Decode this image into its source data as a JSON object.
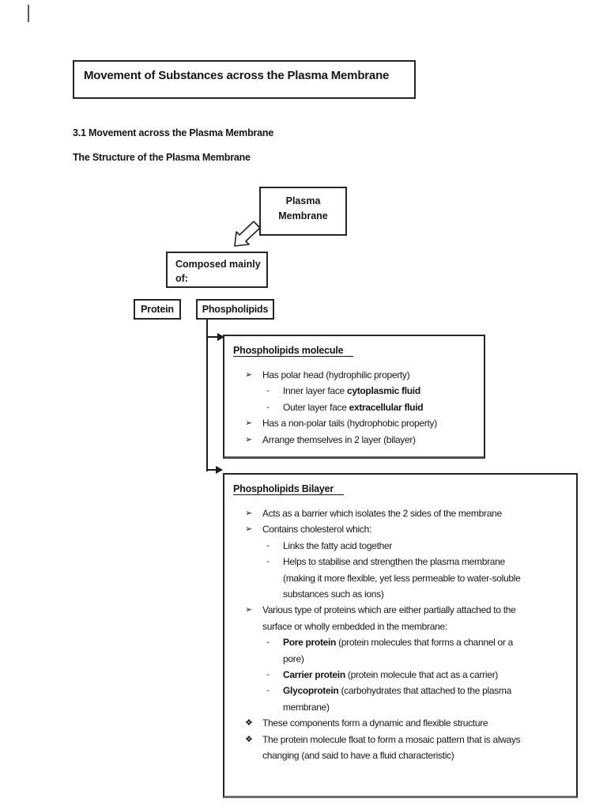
{
  "title_box": {
    "text": "Movement of Substances across the Plasma Membrane"
  },
  "headings": {
    "section": "3.1 Movement across the Plasma Membrane",
    "subsection": "The Structure of the Plasma Membrane"
  },
  "flowchart": {
    "root": {
      "line1": "Plasma",
      "line2": "Membrane"
    },
    "composed": {
      "line1": "Composed mainly",
      "line2": "of:"
    },
    "protein_label": "Protein",
    "phospholipids_label": "Phospholipids"
  },
  "molecule_box": {
    "title": "Phospholipids molecule",
    "items": [
      {
        "bullet": "➢",
        "level": 1,
        "runs": [
          {
            "t": "Has polar head (hydrophilic property)"
          }
        ]
      },
      {
        "bullet": "-",
        "level": 2,
        "runs": [
          {
            "t": "Inner layer face "
          },
          {
            "t": "cytoplasmic fluid",
            "b": true
          }
        ]
      },
      {
        "bullet": "-",
        "level": 2,
        "runs": [
          {
            "t": "Outer layer face "
          },
          {
            "t": "extracellular fluid",
            "b": true
          }
        ]
      },
      {
        "bullet": "➢",
        "level": 1,
        "runs": [
          {
            "t": "Has a non-polar tails (hydrophobic property)"
          }
        ]
      },
      {
        "bullet": "➢",
        "level": 1,
        "runs": [
          {
            "t": "Arrange themselves in 2 layer (bilayer)"
          }
        ]
      }
    ]
  },
  "bilayer_box": {
    "title": "Phospholipids Bilayer",
    "items": [
      {
        "bullet": "➢",
        "level": 1,
        "runs": [
          {
            "t": "Acts as a barrier which isolates the 2 sides of the membrane"
          }
        ]
      },
      {
        "bullet": "➢",
        "level": 1,
        "runs": [
          {
            "t": "Contains cholesterol which:"
          }
        ]
      },
      {
        "bullet": "-",
        "level": 2,
        "runs": [
          {
            "t": "Links the fatty acid together"
          }
        ]
      },
      {
        "bullet": "-",
        "level": 2,
        "runs": [
          {
            "t": "Helps to stabilise and strengthen the plasma membrane"
          },
          {
            "t": "(making it more flexible, yet less permeable to water-soluble",
            "br": true
          },
          {
            "t": "substances such as ions)",
            "br": true
          }
        ]
      },
      {
        "bullet": "➢",
        "level": 1,
        "runs": [
          {
            "t": "Various type of proteins which are either partially attached to the"
          },
          {
            "t": "surface or wholly embedded in the membrane:",
            "br": true
          }
        ]
      },
      {
        "bullet": "-",
        "level": 2,
        "runs": [
          {
            "t": "Pore protein",
            "b": true
          },
          {
            "t": " (protein molecules that forms a channel or a"
          },
          {
            "t": "pore)",
            "br": true
          }
        ]
      },
      {
        "bullet": "-",
        "level": 2,
        "runs": [
          {
            "t": "Carrier protein",
            "b": true
          },
          {
            "t": " (protein molecule that act as a carrier)"
          }
        ]
      },
      {
        "bullet": "-",
        "level": 2,
        "runs": [
          {
            "t": "Glycoprotein",
            "b": true
          },
          {
            "t": " (carbohydrates that attached to the plasma"
          },
          {
            "t": "membrane)",
            "br": true
          }
        ]
      },
      {
        "bullet": "❖",
        "level": 1,
        "runs": [
          {
            "t": "These components form a dynamic and flexible structure"
          }
        ]
      },
      {
        "bullet": "❖",
        "level": 1,
        "runs": [
          {
            "t": "The protein molecule float to form a mosaic pattern that is always"
          },
          {
            "t": "changing (and said to have a fluid characteristic)",
            "br": true
          }
        ]
      }
    ]
  },
  "colors": {
    "text": "#161616",
    "border": "#262626",
    "line": "#1c1c1c",
    "background": "#ffffff"
  }
}
